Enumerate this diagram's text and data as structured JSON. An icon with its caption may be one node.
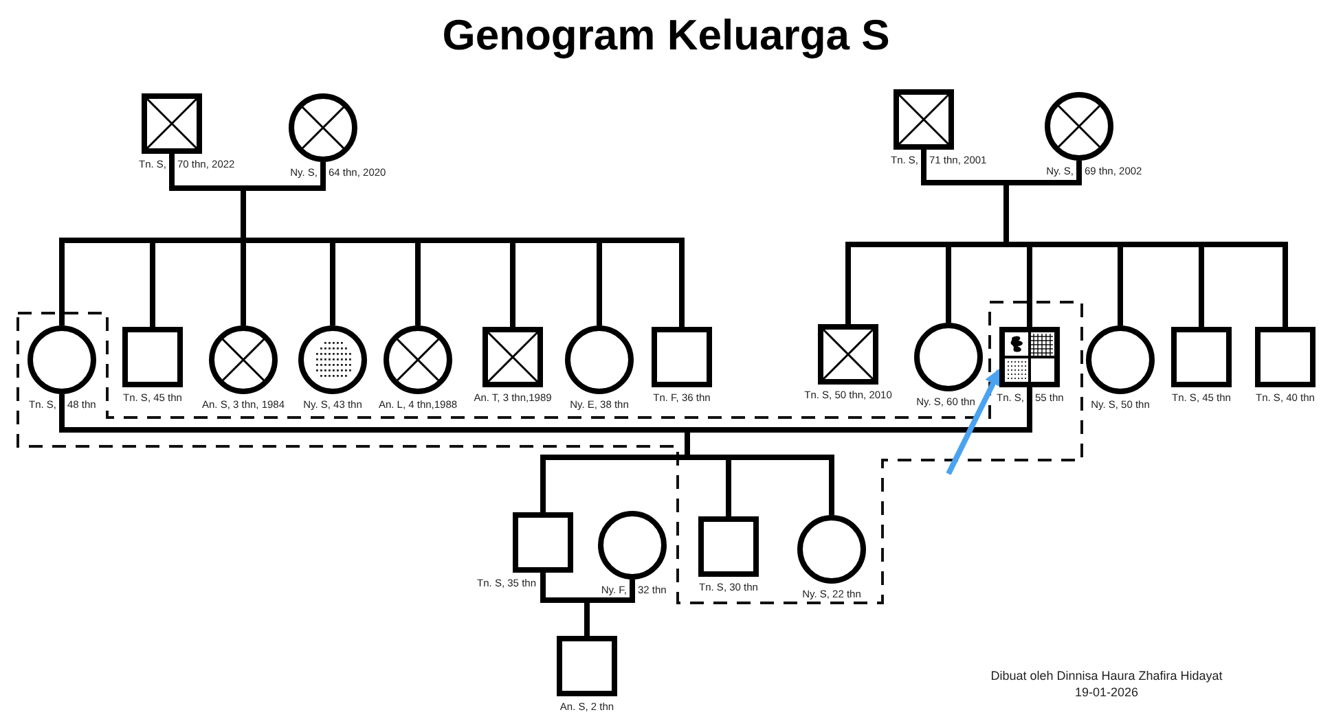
{
  "diagram": {
    "title": "Genogram Keluarga S",
    "nodes": [
      {
        "text": [],
        "shape": "crossed-box",
        "beside": [
          "Tn. S,",
          "70 thn, 2022"
        ]
      },
      {
        "text": [],
        "shape": "crossed-circle",
        "beside": [
          "Ny. S,",
          "64 thn, 2020"
        ]
      },
      {
        "text": [],
        "shape": "crossed-box",
        "beside": [
          "Tn. S,",
          "71 thn, 2001"
        ]
      },
      {
        "text": [],
        "shape": "crossed-circle",
        "beside": [
          "Ny. S,",
          "69 thn, 2002"
        ]
      },
      {
        "text": [],
        "shape": "circle",
        "beside": [
          "Tn. S,",
          "48 thn"
        ]
      },
      {
        "text": [],
        "shape": "box",
        "beside": [
          "Tn. S, 45 thn"
        ]
      },
      {
        "text": [],
        "shape": "crossed-circle",
        "beside": [
          "An. S, 3 thn, 1984"
        ]
      },
      {
        "text": [],
        "shape": "dotted-circle",
        "beside": [
          "Ny. S, 43 thn"
        ]
      },
      {
        "text": [],
        "shape": "crossed-circle",
        "beside": [
          "An. L, 4 thn,1988"
        ]
      },
      {
        "text": [],
        "shape": "crossed-box",
        "beside": [
          "An. T, 3 thn,1989"
        ]
      },
      {
        "text": [],
        "shape": "circle",
        "beside": [
          "Ny. E, 38 thn"
        ]
      },
      {
        "text": [],
        "shape": "box",
        "beside": [
          "Tn. F, 36 thn"
        ]
      },
      {
        "text": [],
        "shape": "crossed-box",
        "beside": [
          "Tn. S, 50 thn, 2010"
        ]
      },
      {
        "text": [],
        "shape": "circle",
        "beside": [
          "Ny. S, 60 thn"
        ]
      },
      {
        "text": [],
        "shape": "quartered-box",
        "beside": [
          "Tn. S,",
          "55 thn"
        ]
      },
      {
        "text": [],
        "shape": "circle",
        "beside": [
          "Ny. S, 50 thn"
        ]
      },
      {
        "text": [],
        "shape": "box",
        "beside": [
          "Tn. S, 45 thn"
        ]
      },
      {
        "text": [],
        "shape": "box",
        "beside": [
          "Tn. S, 40 thn"
        ]
      },
      {
        "text": [],
        "shape": "box",
        "beside": [
          "Tn. S, 35 thn"
        ]
      },
      {
        "text": [],
        "shape": "circle",
        "beside": [
          "Ny. F,",
          "32 thn"
        ]
      },
      {
        "text": [],
        "shape": "box",
        "beside": [
          "Tn. S, 30 thn"
        ]
      },
      {
        "text": [],
        "shape": "circle",
        "beside": [
          "Ny. S, 22 thn"
        ]
      },
      {
        "text": [],
        "shape": "box",
        "beside": [
          "An. S, 2 thn"
        ]
      }
    ],
    "edges": [
      {
        "from": 0,
        "to": 1,
        "arrow": "none"
      },
      {
        "from": 0,
        "to": 4,
        "arrow": "none"
      },
      {
        "from": 0,
        "to": 5,
        "arrow": "none"
      },
      {
        "from": 0,
        "to": 6,
        "arrow": "none"
      },
      {
        "from": 0,
        "to": 7,
        "arrow": "none"
      },
      {
        "from": 0,
        "to": 8,
        "arrow": "none"
      },
      {
        "from": 0,
        "to": 9,
        "arrow": "none"
      },
      {
        "from": 0,
        "to": 10,
        "arrow": "none"
      },
      {
        "from": 0,
        "to": 11,
        "arrow": "none"
      },
      {
        "from": 1,
        "to": 4,
        "arrow": "none"
      },
      {
        "from": 1,
        "to": 5,
        "arrow": "none"
      },
      {
        "from": 1,
        "to": 6,
        "arrow": "none"
      },
      {
        "from": 1,
        "to": 7,
        "arrow": "none"
      },
      {
        "from": 1,
        "to": 8,
        "arrow": "none"
      },
      {
        "from": 1,
        "to": 9,
        "arrow": "none"
      },
      {
        "from": 1,
        "to": 10,
        "arrow": "none"
      },
      {
        "from": 1,
        "to": 11,
        "arrow": "none"
      },
      {
        "from": 2,
        "to": 3,
        "arrow": "none"
      },
      {
        "from": 2,
        "to": 12,
        "arrow": "none"
      },
      {
        "from": 2,
        "to": 13,
        "arrow": "none"
      },
      {
        "from": 2,
        "to": 14,
        "arrow": "none"
      },
      {
        "from": 2,
        "to": 15,
        "arrow": "none"
      },
      {
        "from": 2,
        "to": 16,
        "arrow": "none"
      },
      {
        "from": 2,
        "to": 17,
        "arrow": "none"
      },
      {
        "from": 3,
        "to": 12,
        "arrow": "none"
      },
      {
        "from": 3,
        "to": 13,
        "arrow": "none"
      },
      {
        "from": 3,
        "to": 14,
        "arrow": "none"
      },
      {
        "from": 3,
        "to": 15,
        "arrow": "none"
      },
      {
        "from": 3,
        "to": 16,
        "arrow": "none"
      },
      {
        "from": 3,
        "to": 17,
        "arrow": "none"
      },
      {
        "from": 4,
        "to": 14,
        "arrow": "none"
      },
      {
        "from": 4,
        "to": 18,
        "arrow": "none"
      },
      {
        "from": 4,
        "to": 20,
        "arrow": "none"
      },
      {
        "from": 4,
        "to": 21,
        "arrow": "none"
      },
      {
        "from": 14,
        "to": 18,
        "arrow": "none"
      },
      {
        "from": 14,
        "to": 20,
        "arrow": "none"
      },
      {
        "from": 14,
        "to": 21,
        "arrow": "none"
      },
      {
        "from": 18,
        "to": 19,
        "arrow": "none"
      },
      {
        "from": 18,
        "to": 22,
        "arrow": "none"
      },
      {
        "from": 19,
        "to": 22,
        "arrow": "none"
      },
      {
        "from": null,
        "to": 14,
        "arrow": "to",
        "color": "#4aa3f0"
      }
    ],
    "labels": [
      "Dibuat oleh Dinnisa Haura Zhafira Hidayat",
      "19-01-2026"
    ]
  }
}
